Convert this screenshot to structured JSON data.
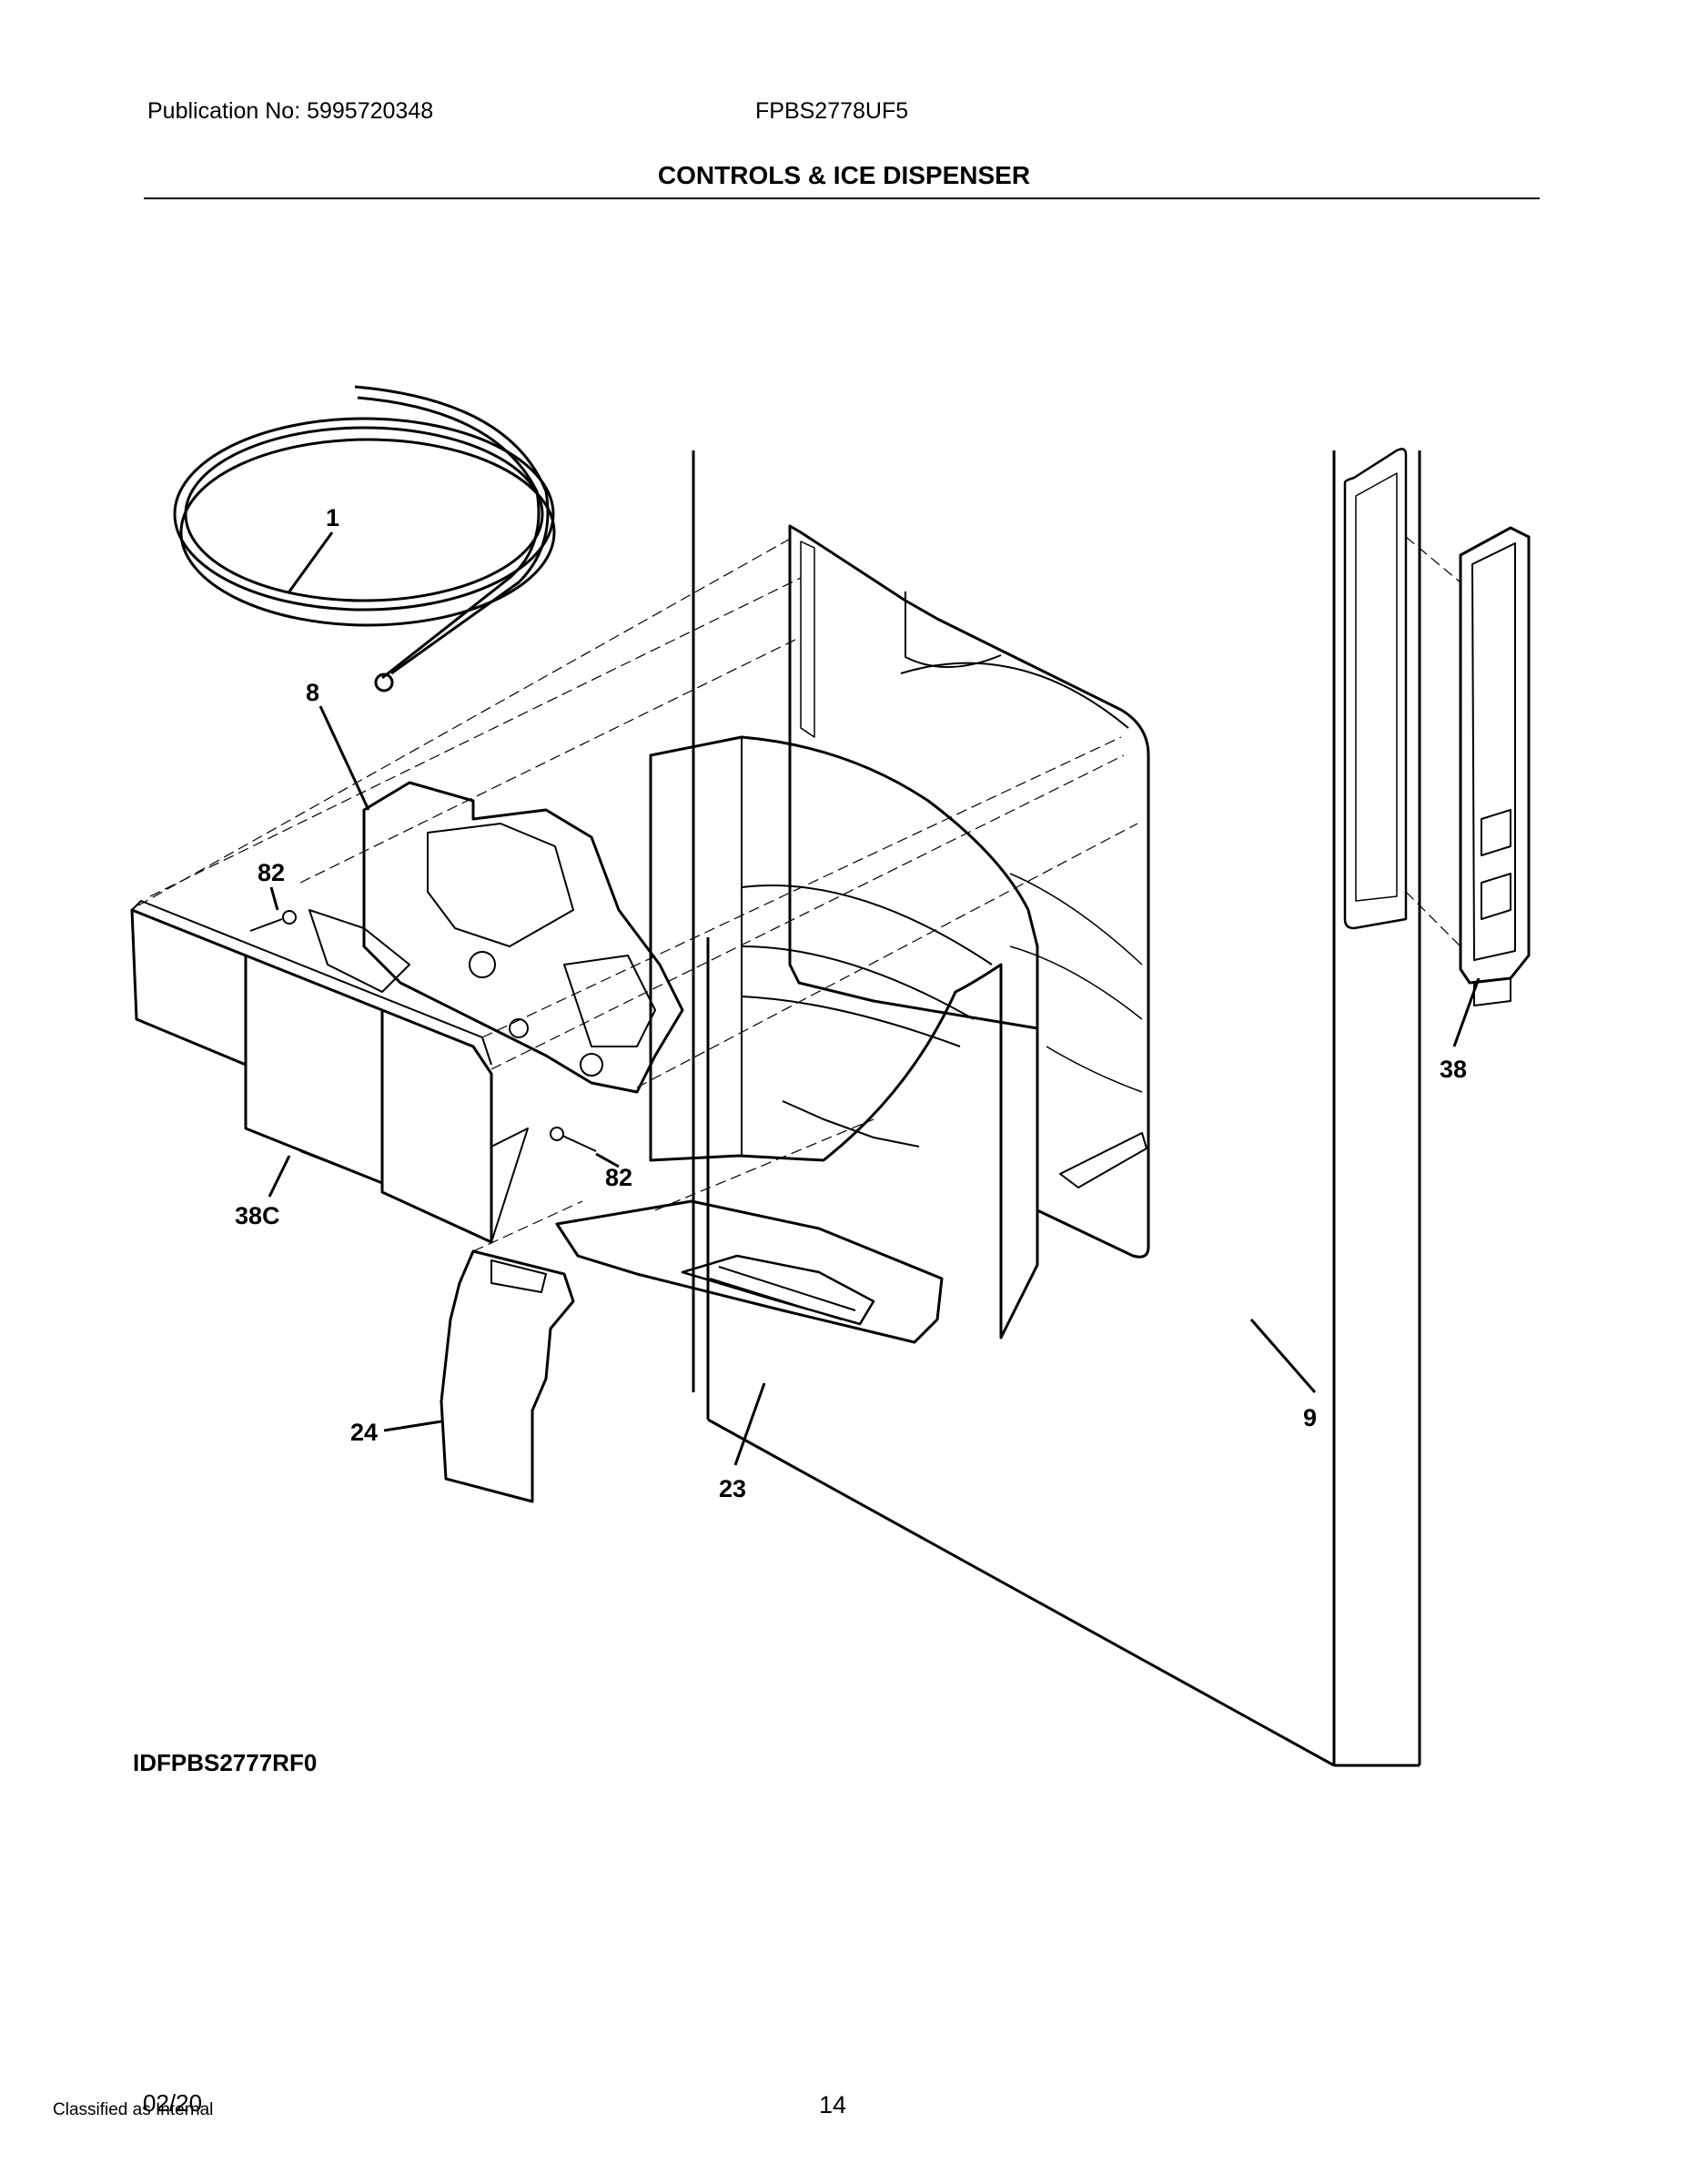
{
  "header": {
    "publication": "Publication No: 5995720348",
    "model": "FPBS2778UF5",
    "title": "CONTROLS & ICE DISPENSER"
  },
  "callouts": {
    "tubing": "1",
    "dispenser_assembly": "8",
    "screw_upper": "82",
    "screw_lower": "82",
    "front_cover": "38C",
    "chute": "9",
    "drip_tray": "23",
    "actuator_paddle": "24",
    "control_board": "38"
  },
  "diagram_id": "IDFPBS2777RF0",
  "footer": {
    "date": "02/20",
    "classification": "Classified as Internal",
    "page": "14"
  }
}
